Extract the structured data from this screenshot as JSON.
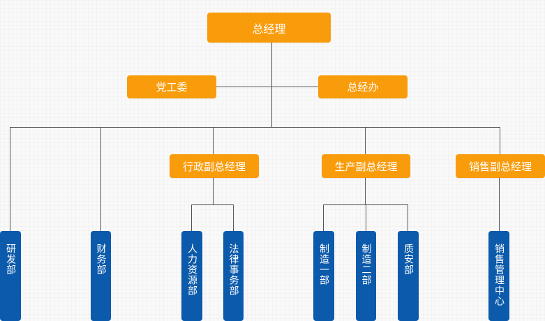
{
  "root": {
    "label": "总经理"
  },
  "staff": [
    {
      "label": "党工委"
    },
    {
      "label": "总经办"
    }
  ],
  "vps": [
    {
      "label": "行政副总经理"
    },
    {
      "label": "生产副总经理"
    },
    {
      "label": "销售副总经理"
    }
  ],
  "departments": [
    {
      "label": "研发部"
    },
    {
      "label": "财务部"
    },
    {
      "label": "人力资源部"
    },
    {
      "label": "法律事务部"
    },
    {
      "label": "制造一部"
    },
    {
      "label": "制造二部"
    },
    {
      "label": "质安部"
    },
    {
      "label": "销售管理中心"
    }
  ],
  "colors": {
    "orange": "#f99c0c",
    "blue": "#0c5aab",
    "line": "#555555"
  }
}
